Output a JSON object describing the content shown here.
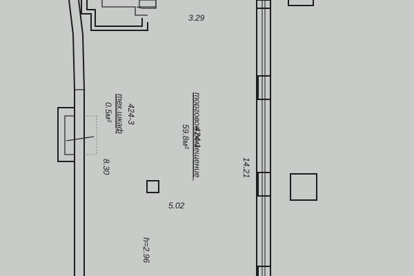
{
  "plan": {
    "rooms": [
      {
        "id": "424-1",
        "name": "торговое помещение",
        "area": "59.8м²"
      },
      {
        "id": "424-3",
        "name": "тех.шкаф",
        "area": "0.5м²"
      }
    ],
    "dimensions": {
      "top_width": "3.29",
      "left_length": "8.30",
      "right_length": "14.21",
      "bottom_width": "5.02",
      "height": "h=2.96"
    }
  }
}
